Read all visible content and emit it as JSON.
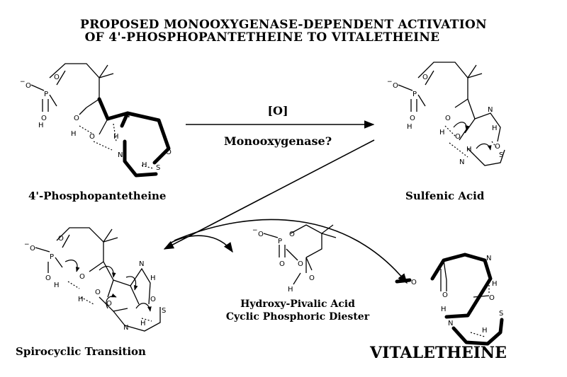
{
  "title": {
    "line1": "PROPOSED  MONOOXYGENASE-DEPENDENT ACTIVATION",
    "line2": "OF  4'-PHOSPHOPANTETHEINE  TO VITALETHEINE"
  },
  "reaction": {
    "reagent": "[O]",
    "enzyme": "Monooxygenase?"
  },
  "compounds": {
    "phosphopantetheine": "4'-Phosphopantetheine",
    "sulfenic_acid": "Sulfenic Acid",
    "spirocyclic": "Spirocyclic Transition",
    "diester_line1": "Hydroxy-Pivalic Acid",
    "diester_line2": "Cyclic Phosphoric Diester",
    "vitaletheine": "VITALETHEINE"
  },
  "atoms": {
    "o": "O",
    "p": "P",
    "n": "N",
    "h": "H",
    "s": "S",
    "minus": "−"
  }
}
